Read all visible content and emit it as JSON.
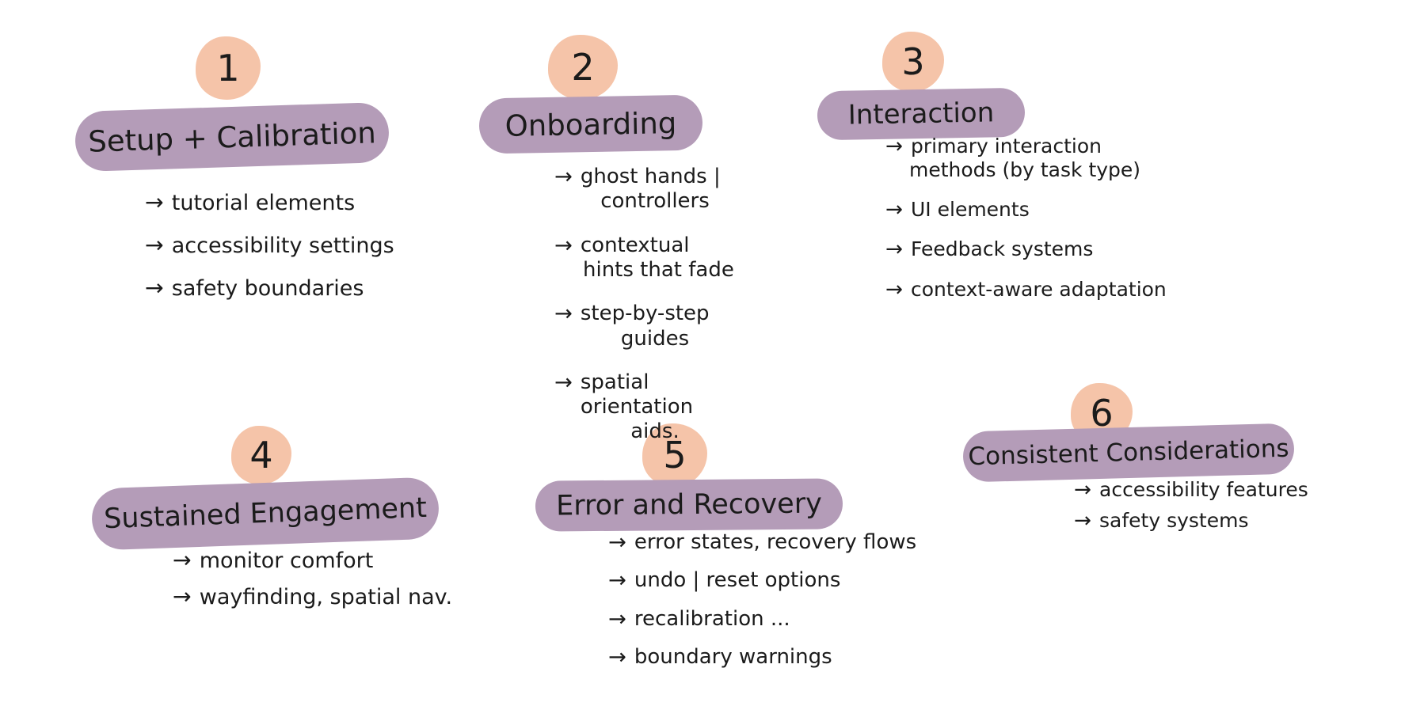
{
  "style": {
    "background": "#ffffff",
    "ink": "#1b1b1b",
    "circle_fill": "#f5c4a9",
    "pill_fill": "#b49cb8",
    "bullet_arrow": "→"
  },
  "sections": [
    {
      "num": "1",
      "title": "Setup + Calibration",
      "items": [
        [
          "tutorial elements"
        ],
        [
          "accessibility settings"
        ],
        [
          "safety boundaries"
        ]
      ]
    },
    {
      "num": "2",
      "title": "Onboarding",
      "items": [
        [
          "ghost hands |",
          "controllers"
        ],
        [
          "contextual",
          "hints that fade"
        ],
        [
          "step-by-step",
          "guides"
        ],
        [
          "spatial orientation",
          "aids."
        ]
      ]
    },
    {
      "num": "3",
      "title": "Interaction",
      "items": [
        [
          "primary interaction",
          "methods (by task type)"
        ],
        [
          "UI elements"
        ],
        [
          "Feedback systems"
        ],
        [
          "context-aware adaptation"
        ]
      ]
    },
    {
      "num": "4",
      "title": "Sustained Engagement",
      "items": [
        [
          "monitor comfort"
        ],
        [
          "wayfinding, spatial nav."
        ]
      ]
    },
    {
      "num": "5",
      "title": "Error and Recovery",
      "items": [
        [
          "error states, recovery flows"
        ],
        [
          "undo | reset options"
        ],
        [
          "recalibration ..."
        ],
        [
          "boundary warnings"
        ]
      ]
    },
    {
      "num": "6",
      "title": "Consistent Considerations",
      "items": [
        [
          "accessibility features"
        ],
        [
          "safety systems"
        ]
      ]
    }
  ]
}
